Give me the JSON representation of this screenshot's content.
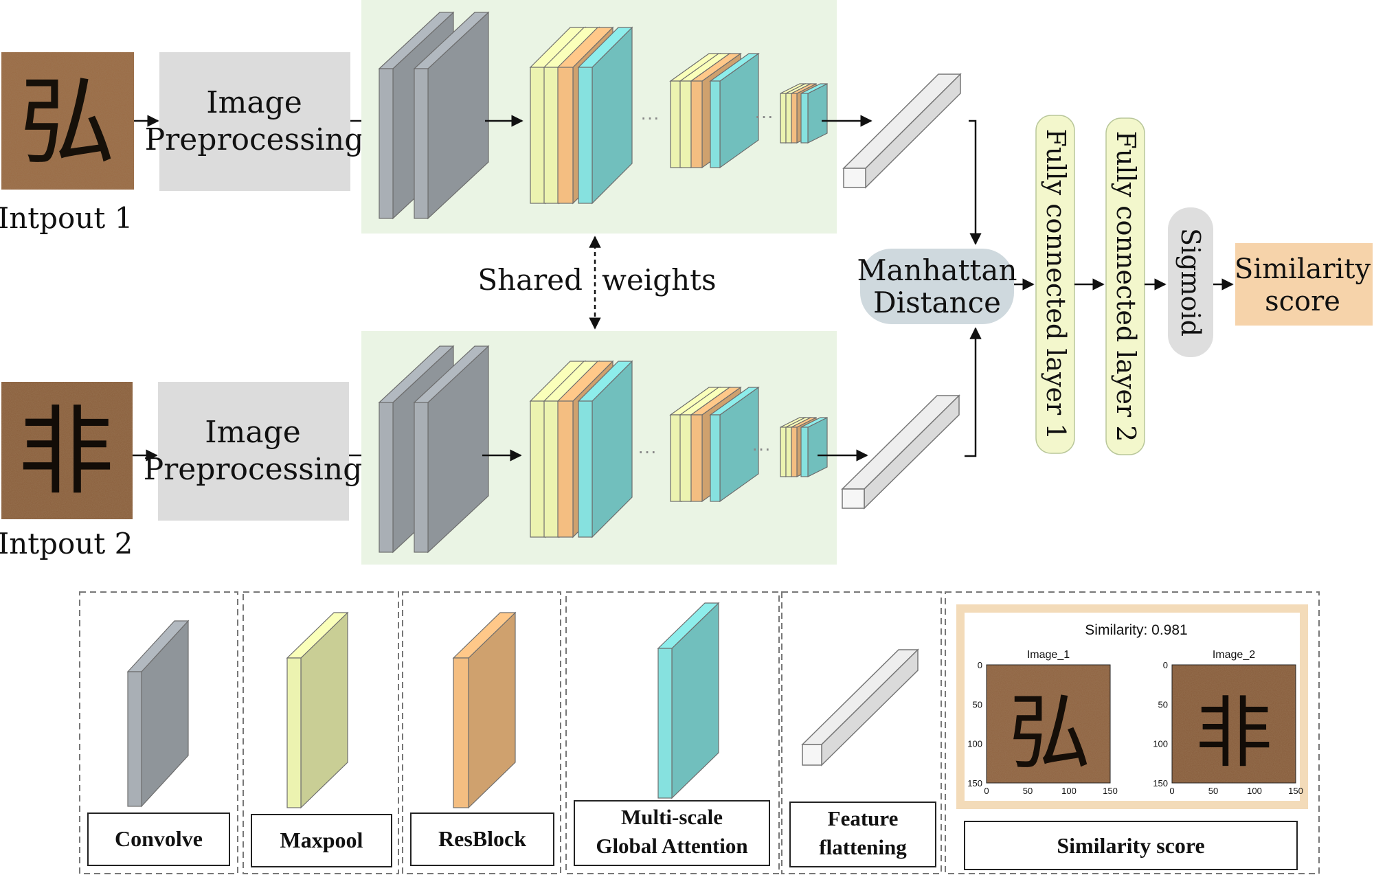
{
  "inputs": [
    {
      "label": "Intpout 1",
      "glyph": "弘"
    },
    {
      "label": "Intpout 2",
      "glyph": "非"
    }
  ],
  "preprocess": {
    "line1": "Image",
    "line2": "Preprocessing"
  },
  "shared_weights": {
    "left": "Shared",
    "right": "weights"
  },
  "ellipsis": "···",
  "manhattan": {
    "line1": "Manhattan",
    "line2": "Distance"
  },
  "fc1": "Fully connected layer 1",
  "fc2": "Fully connected layer 2",
  "sigmoid": "Sigmoid",
  "similarity": {
    "line1": "Similarity",
    "line2": "score"
  },
  "legend": {
    "convolve": "Convolve",
    "maxpool": "Maxpool",
    "resblock": "ResBlock",
    "attention_line1": "Multi-scale",
    "attention_line2": "Global Attention",
    "flatten_line1": "Feature",
    "flatten_line2": "flattening",
    "similarity_box": "Similarity score"
  },
  "result_plot": {
    "title": "Similarity: 0.981",
    "image1_title": "Image_1",
    "image2_title": "Image_2",
    "ticks": [
      "0",
      "50",
      "100",
      "150"
    ],
    "glyph1": "弘",
    "glyph2": "非"
  },
  "colors": {
    "conv": "#9fa5ab",
    "maxpool": "#dfe5a6",
    "resblock": "#e6b37a",
    "attention": "#7ed4d2",
    "flatten": "#e8eaeb",
    "panel": "#eaf4e4",
    "preprocess_bg": "#dcdcdc",
    "manhattan_bg": "#cfd9de",
    "fc_bg": "#f3f7cc",
    "sigmoid_bg": "#dedede",
    "score_bg": "#f6d3aa"
  }
}
